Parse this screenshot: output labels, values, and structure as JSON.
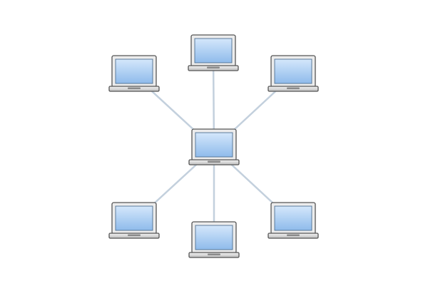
{
  "diagram": {
    "type": "star-network-topology",
    "hub": {
      "id": "center",
      "icon": "laptop-icon"
    },
    "nodes": [
      {
        "id": "top-left",
        "icon": "laptop-icon"
      },
      {
        "id": "top",
        "icon": "laptop-icon"
      },
      {
        "id": "top-right",
        "icon": "laptop-icon"
      },
      {
        "id": "bottom-left",
        "icon": "laptop-icon"
      },
      {
        "id": "bottom",
        "icon": "laptop-icon"
      },
      {
        "id": "bottom-right",
        "icon": "laptop-icon"
      }
    ],
    "colors": {
      "link": "#c3d0dd",
      "screen_top": "#d4e7fb",
      "screen_bottom": "#8fbbeb",
      "laptop_body": "#ececec",
      "outline": "#555555",
      "background": "#ffffff"
    }
  }
}
